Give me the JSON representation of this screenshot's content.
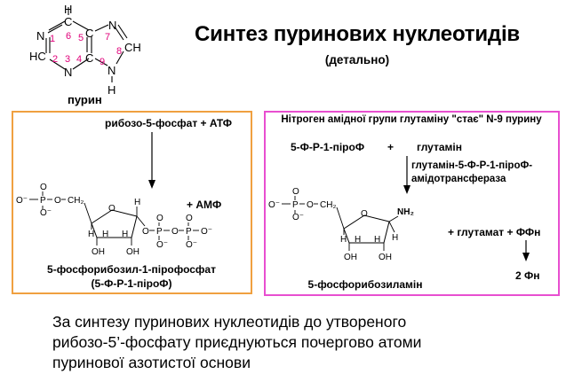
{
  "header": {
    "title": "Синтез пуринових нуклеотидів",
    "subtitle": "(детально)"
  },
  "purine": {
    "name": "пурин",
    "atoms": {
      "h_top": "H",
      "n1": "N",
      "c6": "C",
      "c5": "C",
      "n7": "N",
      "c2": "HC",
      "c4": "C",
      "c8": "CH",
      "n3": "N",
      "n9": "N",
      "h9": "H"
    },
    "numbers": {
      "n1": "1",
      "c6": "6",
      "c5": "5",
      "n7": "7",
      "c2": "2",
      "c4": "4",
      "c8": "8",
      "n3": "3",
      "n9": "9"
    },
    "number_color": "#e0007a"
  },
  "left_panel": {
    "border_color": "#f0a040",
    "reactants": "рибозо-5-фосфат + АТФ",
    "byproduct": "+ АМФ",
    "product_line1": "5-фосфорибозил-1-пірофосфат",
    "product_line2": "(5-Ф-Р-1-піроФ)",
    "formula": {
      "p_left": "P",
      "o_minus": "O⁻",
      "o": "O",
      "ch2": "CH₂",
      "h": "H",
      "oh": "OH",
      "p": "P"
    }
  },
  "right_panel": {
    "border_color": "#e84fd0",
    "heading": "Нітроген амідної групи глутаміну \"стає\" N-9 пурину",
    "reactant1": "5-Ф-Р-1-піроФ",
    "plus": "+",
    "reactant2": "глутамін",
    "enzyme_line1": "глутамін-5-Ф-Р-1-піроФ-",
    "enzyme_line2": "амідотрансфераза",
    "nh2": "NH₂",
    "side_product": "+ глутамат + ФФн",
    "second_product": "2 Фн",
    "product_name": "5-фосфорибозиламін"
  },
  "caption": {
    "line1": "За синтезу пуринових нуклеотидів до утвореного",
    "line2": "рибозо-5’-фосфату приєднуються почергово атоми",
    "line3": "пуринової азотистої основи"
  }
}
